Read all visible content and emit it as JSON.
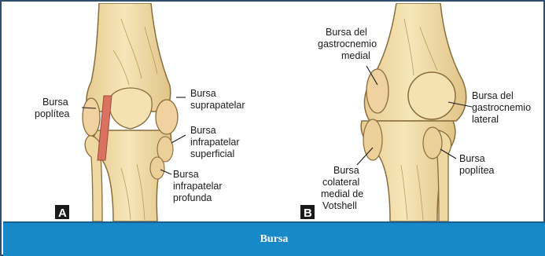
{
  "panel_a": {
    "letter": "A",
    "labels": {
      "poplitea_1": "Bursa",
      "poplitea_2": "poplítea",
      "suprapatelar_1": "Bursa",
      "suprapatelar_2": "suprapatelar",
      "infrasup_1": "Bursa",
      "infrasup_2": "infrapatelar",
      "infrasup_3": "superficial",
      "infraprof_1": "Bursa",
      "infraprof_2": "infrapatelar",
      "infraprof_3": "profunda"
    }
  },
  "panel_b": {
    "letter": "B",
    "labels": {
      "gastromed_1": "Bursa del",
      "gastromed_2": "gastrocnemio",
      "gastromed_3": "medial",
      "gastrolat_1": "Bursa del",
      "gastrolat_2": "gastrocnemio",
      "gastrolat_3": "lateral",
      "poplitea_1": "Bursa",
      "poplitea_2": "poplítea",
      "colateral_1": "Bursa",
      "colateral_2": "colateral",
      "colateral_3": "medial de",
      "colateral_4": "Votshell"
    }
  },
  "caption": "Bursa",
  "colors": {
    "bone_fill": "#f2dfae",
    "bone_shadow": "#e3c88a",
    "bone_outline": "#8a6d3b",
    "bursa_red": "#d9735f",
    "caption_bg": "#1788c8"
  }
}
